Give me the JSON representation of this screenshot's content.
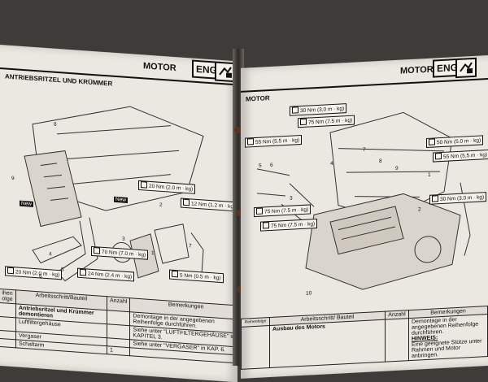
{
  "left_page": {
    "chapter": "MOTOR",
    "tag": "ENG",
    "section_title": "ANTRIEBSRITZEL UND KRÜMMER",
    "new_labels": [
      "New",
      "New"
    ],
    "torques": [
      "20 Nm (2.0 m · kg)",
      "12 Nm (1.2 m · kg)",
      "70 Nm (7.0 m · kg)",
      "24 Nm (2.4 m · kg)",
      "5 Nm (0.5 m · kg)",
      "20 Nm (2.0 m · kg)"
    ],
    "part_numbers": [
      "1",
      "2",
      "3",
      "4",
      "5",
      "6",
      "7",
      "8",
      "9"
    ],
    "table": {
      "col_step": "Arbeitsschritt/Bauteil",
      "col_count": "Anzahl",
      "col_notes": "Bemerkungen",
      "col_order_top": "ihen",
      "col_order_bottom": "olge",
      "rows": [
        {
          "step": "Antriebsritzel und Krümmer demontieren",
          "count": "",
          "note": "Demontage in der angegebenen Reihenfolge durchführen."
        },
        {
          "step": "Luftfiltergehäuse",
          "count": "",
          "note": "Siehe unter \"LUFTFILTERGEHÄUSE\" in KAPITEL 3."
        },
        {
          "step": "Vergaser",
          "count": "",
          "note": "Siehe unter \"VERGASER\" in KAP. 6."
        },
        {
          "step": "Schaltarm",
          "count": "1",
          "note": ""
        }
      ]
    }
  },
  "right_page": {
    "chapter": "MOTOR",
    "tag": "ENG",
    "section_title": "MOTOR",
    "torques": [
      "30 Nm (3.0 m · kg)",
      "75 Nm (7.5 m · kg)",
      "55 Nm (5.5 m · kg)",
      "50 Nm (5.0 m · kg)",
      "55 Nm (5.5 m · kg)",
      "30 Nm (3.0 m · kg)",
      "75 Nm (7.5 m · kg)",
      "75 Nm (7.5 m · kg)"
    ],
    "part_numbers": [
      "1",
      "2",
      "3",
      "4",
      "5",
      "6",
      "7",
      "8",
      "9",
      "10"
    ],
    "table": {
      "col_order": "Reihenfolge",
      "col_step": "Arbeitsschritt/ Bauteil",
      "col_count": "Anzahl",
      "col_notes": "Bemerkungen",
      "row_step": "Ausbau des Motors",
      "row_note": "Demontage in der angegebenen Reihenfolge durchführen.",
      "hint_label": "HINWEIS:",
      "hint_text": "Eine geeignete Stütze unter Rahmen und Motor anbringen."
    }
  },
  "colors": {
    "paper": "#ebe7e1",
    "ink": "#111111",
    "background": "#3f3b38"
  }
}
